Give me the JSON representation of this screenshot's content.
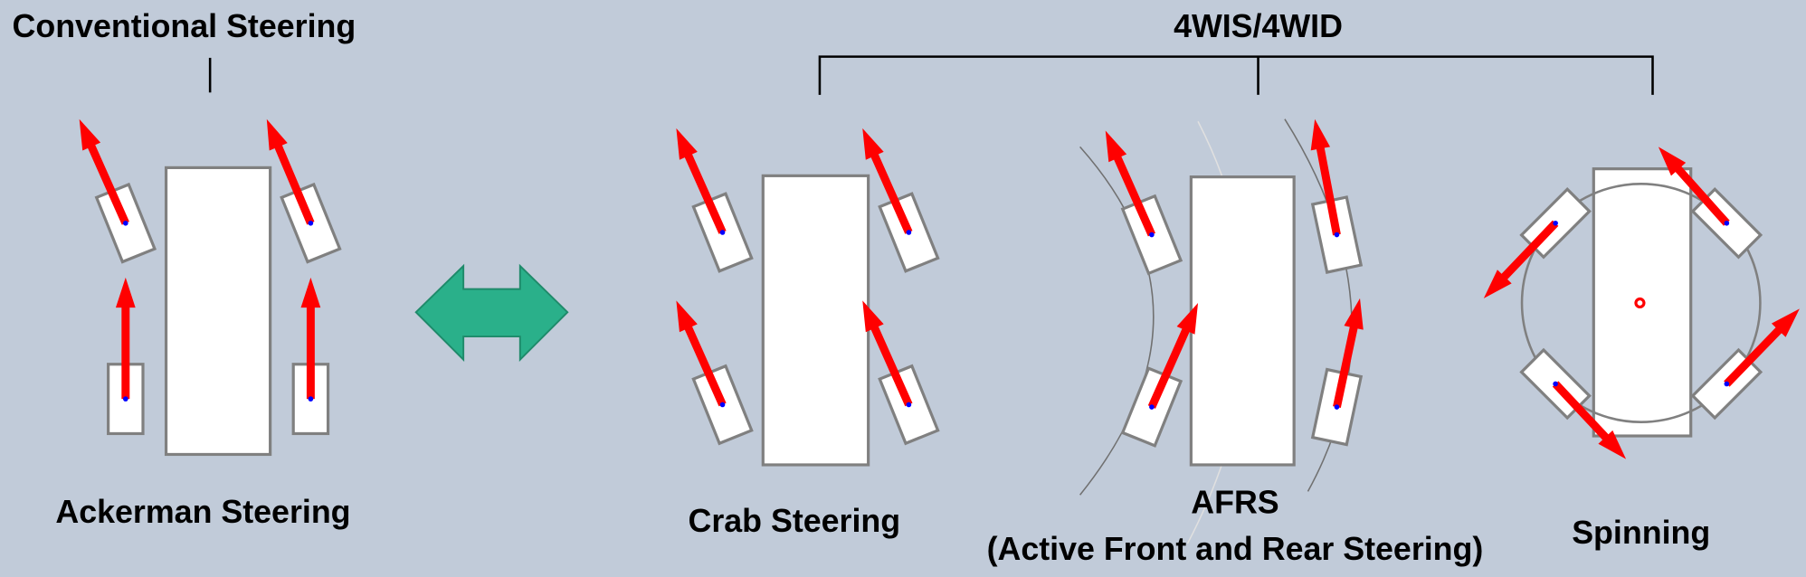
{
  "titles": {
    "conventional": "Conventional Steering",
    "group": "4WIS/4WID"
  },
  "labels": {
    "ackerman": "Ackerman Steering",
    "crab": "Crab Steering",
    "afrs": "AFRS",
    "afrs_full": "(Active Front and Rear Steering)",
    "spinning": "Spinning"
  },
  "colors": {
    "background": "#c1cbd9",
    "velocity_arrow": "#ff0000",
    "wheel_center": "#0000ff",
    "switch_arrow": "#2ab08a",
    "outline": "#808080"
  }
}
